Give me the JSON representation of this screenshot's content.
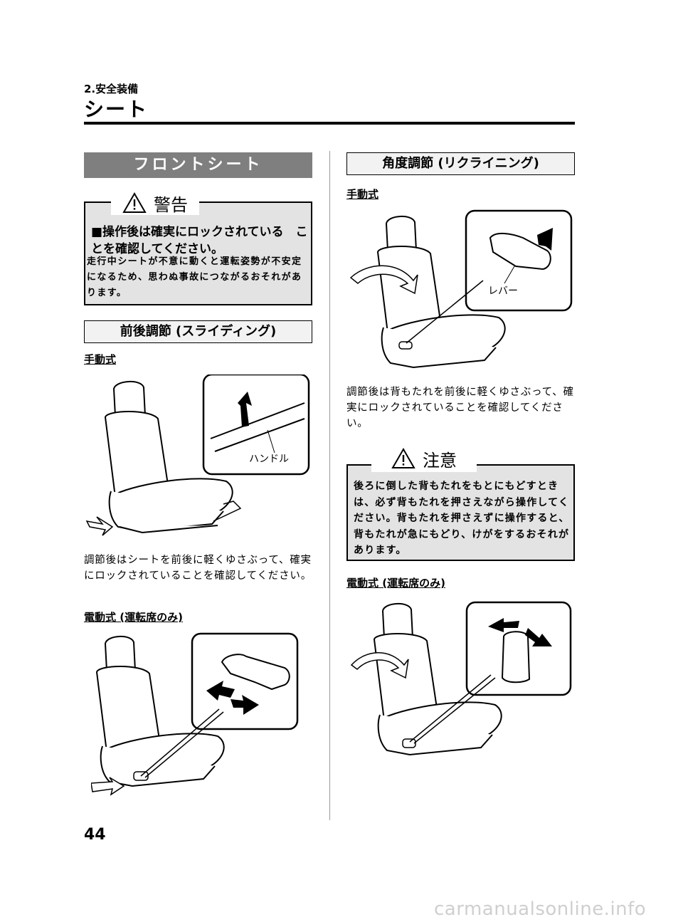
{
  "header": {
    "chapter": "2.安全装備",
    "title": "シート"
  },
  "left": {
    "banner": "フロントシート",
    "warning": {
      "label": "警告",
      "title": "■操作後は確実にロックされている　ことを確認してください。",
      "body": "走行中シートが不意に動くと運転姿勢が不安定になるため、思わぬ事故につながるおそれがあります。"
    },
    "slide_title": "前後調節 (スライディング)",
    "manual_label": "手動式",
    "handle_label": "ハンドル",
    "manual_text": "調節後はシートを前後に軽くゆさぶって、確実にロックされていることを確認してください。",
    "power_label": "電動式 (運転席のみ)"
  },
  "right": {
    "recline_title": "角度調節 (リクライニング)",
    "manual_label": "手動式",
    "lever_label": "レバー",
    "manual_text": "調節後は背もたれを前後に軽くゆさぶって、確実にロックされていることを確認してください。",
    "caution": {
      "label": "注意",
      "body": "後ろに倒した背もたれをもとにもどすときは、必ず背もたれを押さえながら操作してください。背もたれを押さえずに操作すると、背もたれが急にもどり、けがをするおそれがあります。"
    },
    "power_label": "電動式 (運転席のみ)"
  },
  "page_number": "44",
  "footer": "carmanualsonline.info"
}
